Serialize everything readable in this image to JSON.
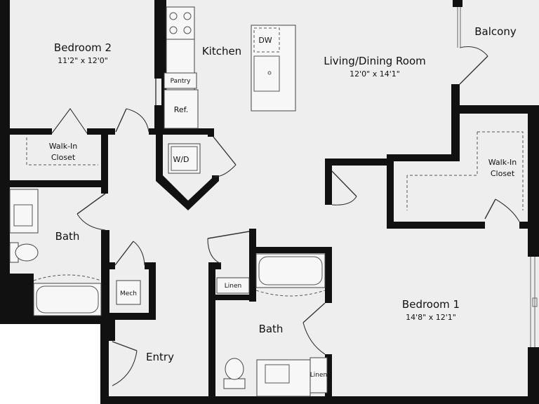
{
  "rooms": {
    "bedroom2": {
      "name": "Bedroom 2",
      "dims": "11'2\" x 12'0\""
    },
    "kitchen": {
      "name": "Kitchen"
    },
    "living": {
      "name": "Living/Dining Room",
      "dims": "12'0\" x 14'1\""
    },
    "balcony": {
      "name": "Balcony"
    },
    "walkin1": {
      "line1": "Walk-In",
      "line2": "Closet"
    },
    "walkin2": {
      "line1": "Walk-In",
      "line2": "Closet"
    },
    "bath1": {
      "name": "Bath"
    },
    "bath2": {
      "name": "Bath"
    },
    "bedroom1": {
      "name": "Bedroom 1",
      "dims": "14'8\" x 12'1\""
    },
    "entry": {
      "name": "Entry"
    }
  },
  "fixtures": {
    "dw": "DW",
    "pantry": "Pantry",
    "ref": "Ref.",
    "wd": "W/D",
    "mech": "Mech",
    "linen1": "Linen",
    "linen2": "Linen"
  },
  "colors": {
    "wall": "#111111",
    "floor": "#eeeeee",
    "background": "#ffffff"
  }
}
